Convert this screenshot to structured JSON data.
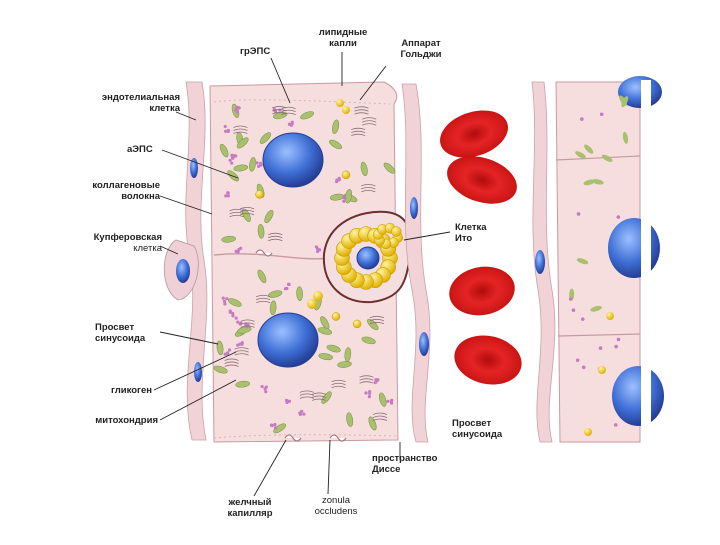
{
  "labels": {
    "endothelial_cell": "эндотелиальная\nклетка",
    "rough_er": "грЭПС",
    "lipid_droplets": "липидные\nкапли",
    "golgi": "Аппарат\nГольджи",
    "smooth_er": "аЭПС",
    "collagen_fibers": "коллагеновые\nволокна",
    "kupffer_cell": "Купферовская",
    "kupffer_cell_2": "клетка",
    "ito_cell": "Клетка\nИто",
    "sinusoid_lumen_left": "Просвет\nсинусоида",
    "glycogen": "гликоген",
    "mitochondrion": "митохондрия",
    "sinusoid_lumen_right": "Просвет\nсинусоида",
    "disse_space": "пространство\nДиссе",
    "bile_capillary": "желчный\nкапилляр",
    "zonula_occludens": "zonula\noccludens"
  },
  "colors": {
    "hepatocyte_fill": "#f7dede",
    "nucleus": "#3f6fd6",
    "lipid": "#f2c522",
    "erythrocyte": "#d81818",
    "mitochondrion": "#a9c16f",
    "glycogen": "#c879c4",
    "endothelium": "#f0c6ca"
  }
}
